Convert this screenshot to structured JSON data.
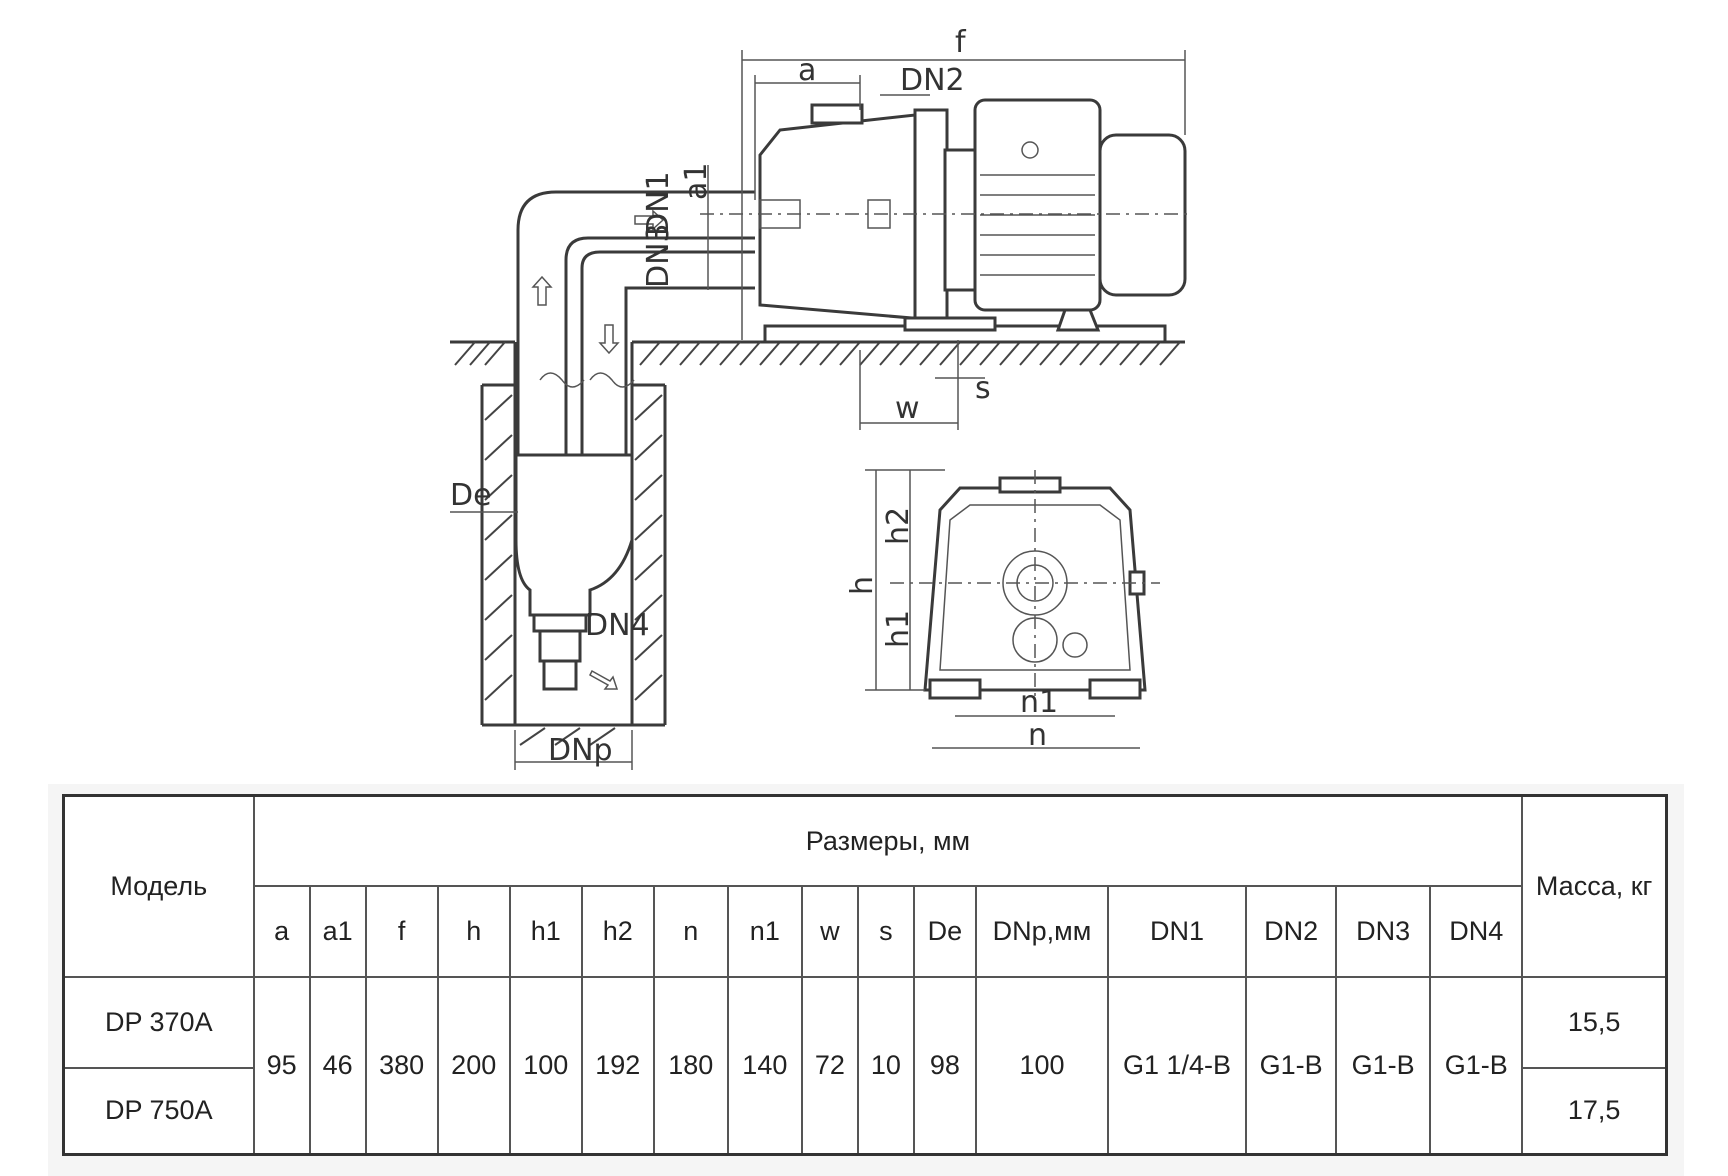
{
  "drawing": {
    "labels": {
      "f": "f",
      "a": "a",
      "dn2": "DN2",
      "a1": "a1",
      "dn1": "DN1",
      "dn3": "DN3",
      "s": "s",
      "w": "w",
      "de": "De",
      "dn4": "DN4",
      "dnp": "DNp",
      "h": "h",
      "h1": "h1",
      "h2": "h2",
      "n1": "n1",
      "n": "n"
    }
  },
  "table": {
    "model_header": "Модель",
    "sizes_header": "Размеры, мм",
    "mass_header": "Масса, кг",
    "columns": [
      "a",
      "a1",
      "f",
      "h",
      "h1",
      "h2",
      "n",
      "n1",
      "w",
      "s",
      "De",
      "DNp,мм",
      "DN1",
      "DN2",
      "DN3",
      "DN4"
    ],
    "shared_values": [
      "95",
      "46",
      "380",
      "200",
      "100",
      "192",
      "180",
      "140",
      "72",
      "10",
      "98",
      "100",
      "G1 1/4-B",
      "G1-B",
      "G1-B",
      "G1-B"
    ],
    "rows": [
      {
        "model": "DP 370A",
        "mass": "15,5"
      },
      {
        "model": "DP 750A",
        "mass": "17,5"
      }
    ]
  }
}
